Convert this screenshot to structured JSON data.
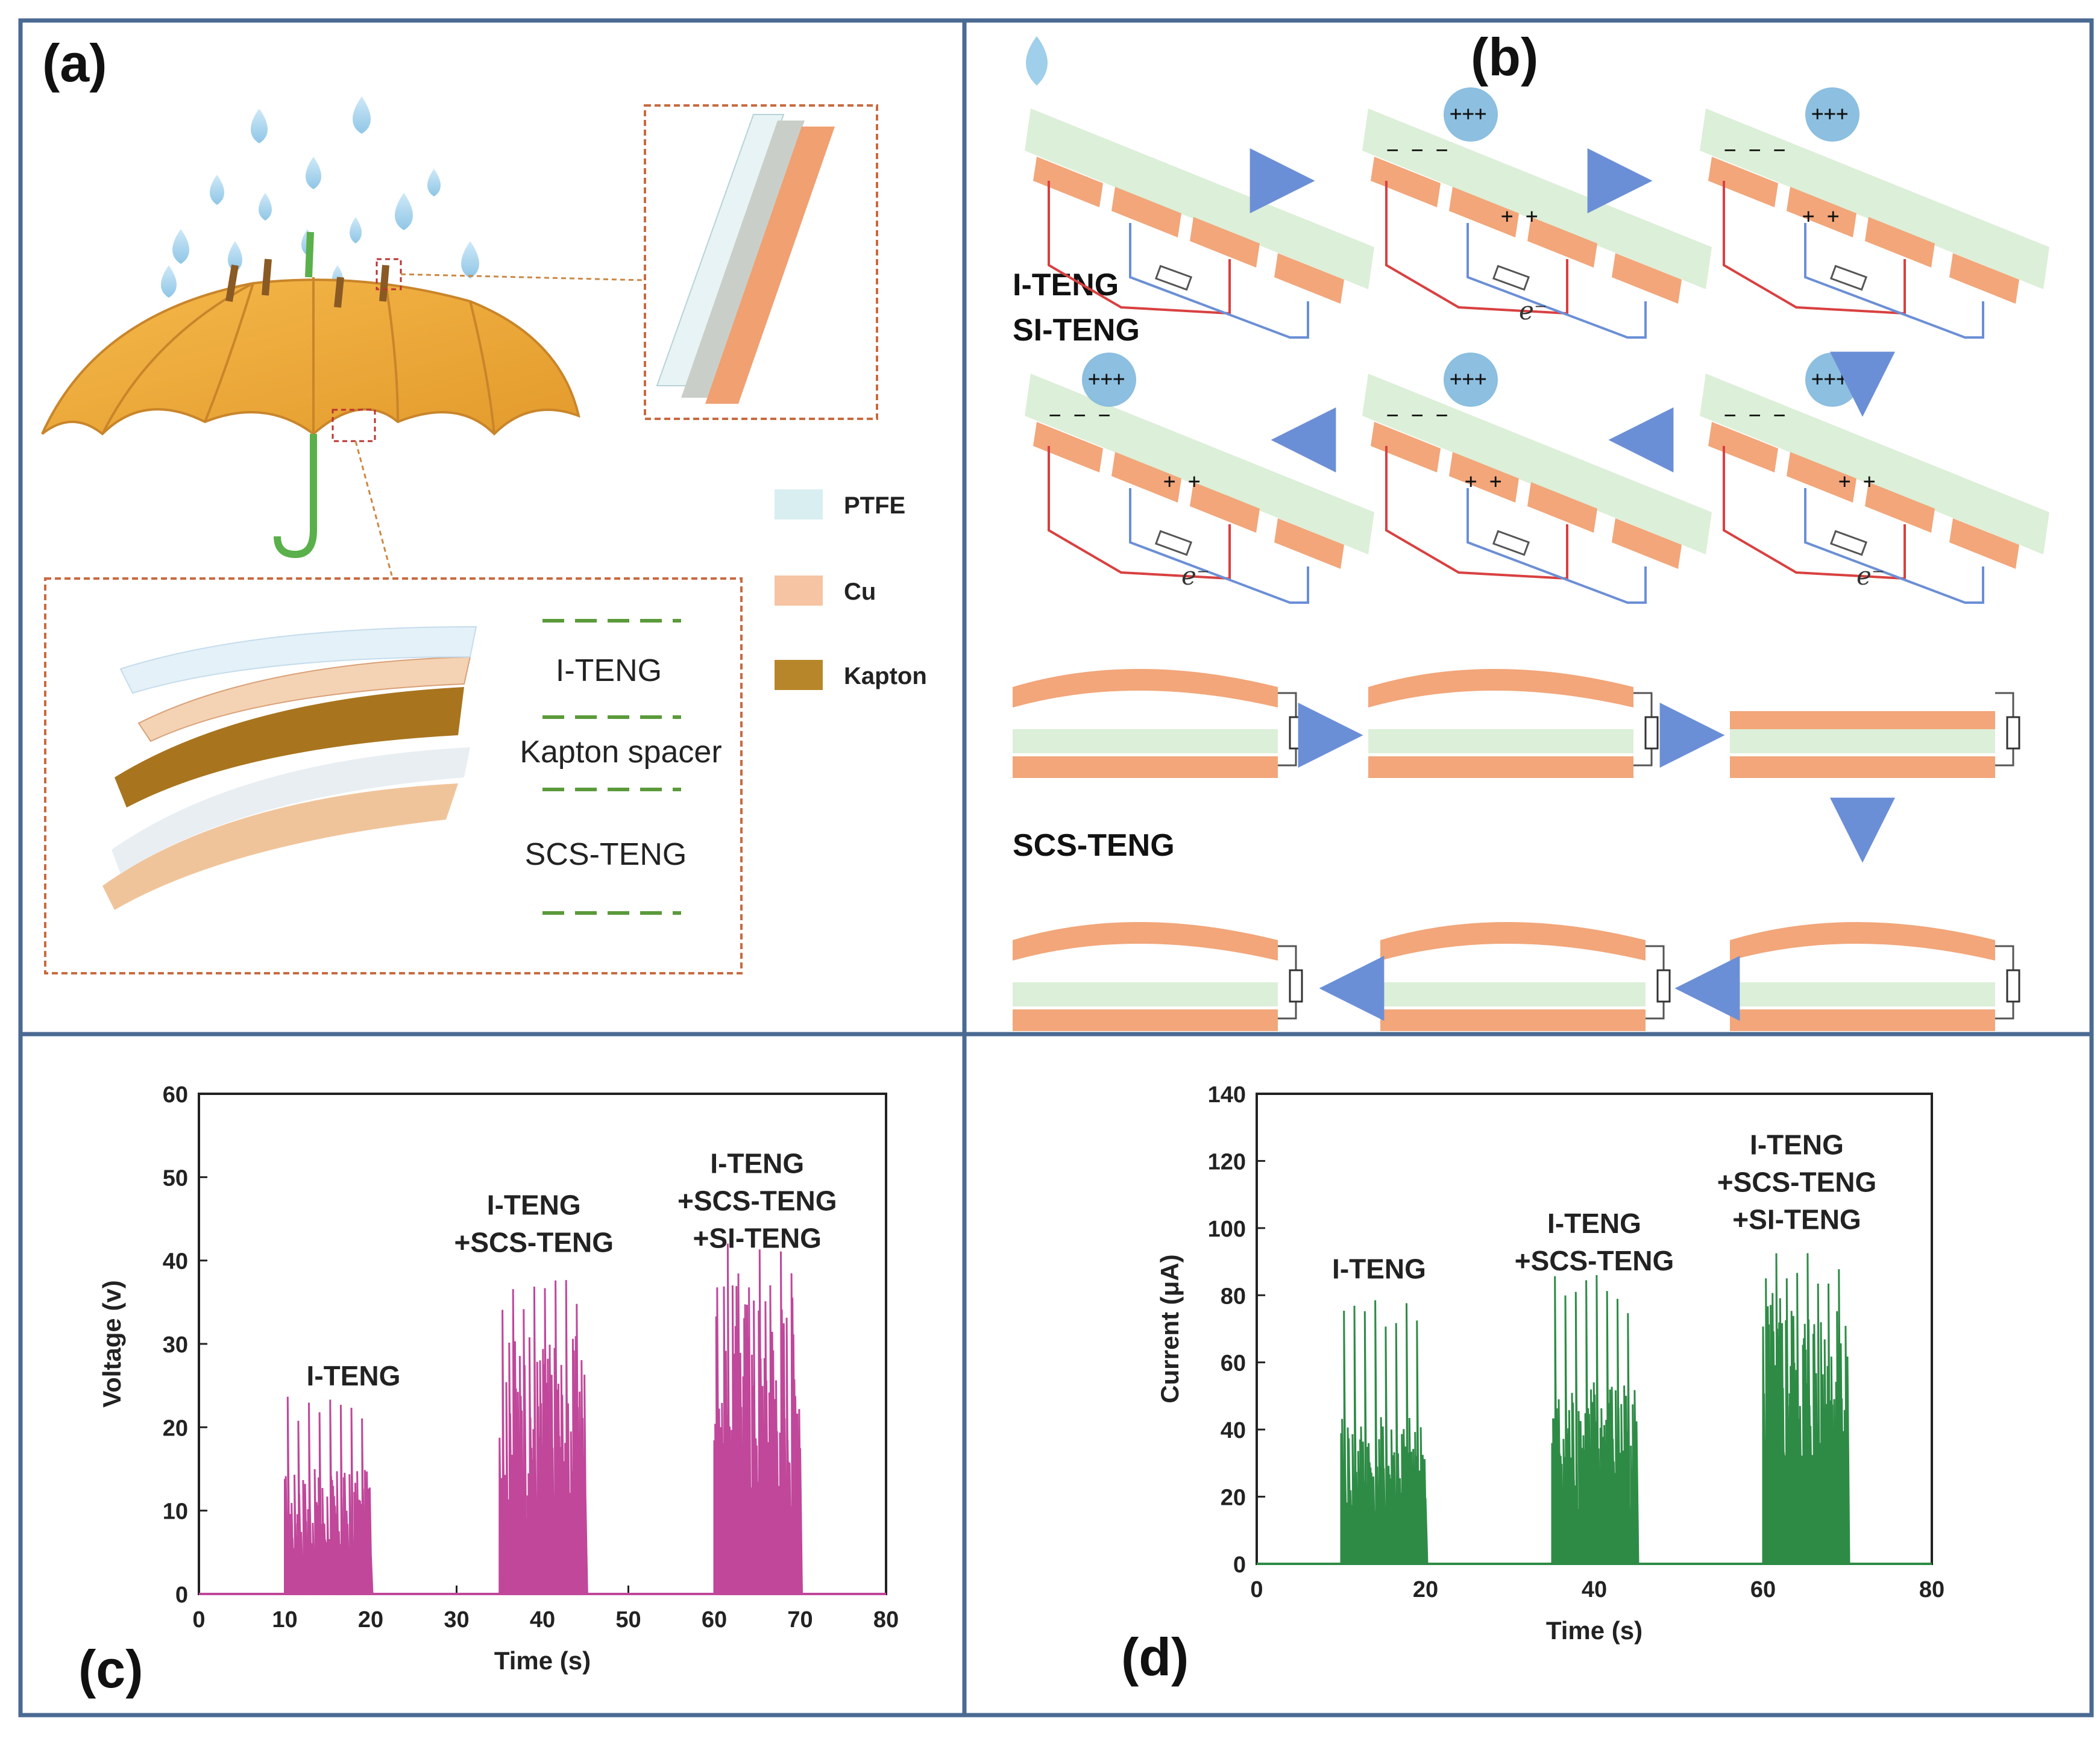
{
  "panels": {
    "a": "(a)",
    "b": "(b)",
    "c": "(c)",
    "d": "(d)"
  },
  "panel_a": {
    "legend": [
      {
        "label": "PTFE",
        "color": "#d9eef0"
      },
      {
        "label": "Cu",
        "color": "#f6c4a2"
      },
      {
        "label": "Kapton",
        "color": "#b8862a"
      }
    ],
    "layers": [
      "I-TENG",
      "Kapton spacer",
      "SCS-TENG"
    ]
  },
  "panel_b": {
    "label_iteng": "I-TENG",
    "label_siteng": "SI-TENG",
    "label_scsteng": "SCS-TENG",
    "electron": "e⁻",
    "colors": {
      "ptfe": "#dcefd8",
      "cu": "#f2a67a",
      "wire_red": "#d94040",
      "wire_blue": "#6b8fd6",
      "arrow": "#9fb6e6",
      "drop": "#9fcfea"
    }
  },
  "chart_data": [
    {
      "type": "line",
      "xlabel": "Time (s)",
      "ylabel": "Voltage (v)",
      "xlim": [
        0,
        80
      ],
      "ylim": [
        0,
        60
      ],
      "xticks": [
        0,
        10,
        20,
        30,
        40,
        50,
        60,
        70,
        80
      ],
      "yticks": [
        0,
        10,
        20,
        30,
        40,
        50,
        60
      ],
      "color": "#c0479a",
      "segments": [
        {
          "name": "I-TENG",
          "t_start": 10,
          "t_end": 20,
          "peak": 24,
          "typical": 12
        },
        {
          "name": "I-TENG +SCS-TENG",
          "t_start": 35,
          "t_end": 45,
          "peak": 40,
          "typical": 25
        },
        {
          "name": "I-TENG +SCS-TENG +SI-TENG",
          "t_start": 60,
          "t_end": 70,
          "peak": 43,
          "typical": 30
        }
      ],
      "annotations": [
        {
          "lines": [
            "I-TENG"
          ],
          "x": 18,
          "y": 25
        },
        {
          "lines": [
            "I-TENG",
            "+SCS-TENG"
          ],
          "x": 39,
          "y": 45.5
        },
        {
          "lines": [
            "I-TENG",
            "+SCS-TENG",
            "+SI-TENG"
          ],
          "x": 65,
          "y": 50.5
        }
      ]
    },
    {
      "type": "line",
      "xlabel": "Time (s)",
      "ylabel": "Current (μA)",
      "xlim": [
        0,
        80
      ],
      "ylim": [
        0,
        140
      ],
      "xticks": [
        0,
        20,
        40,
        60,
        80
      ],
      "yticks": [
        0,
        20,
        40,
        60,
        80,
        100,
        120,
        140
      ],
      "color": "#2e8b46",
      "segments": [
        {
          "name": "I-TENG",
          "t_start": 10,
          "t_end": 20,
          "peak": 80,
          "typical": 35
        },
        {
          "name": "I-TENG +SCS-TENG",
          "t_start": 35,
          "t_end": 45,
          "peak": 87,
          "typical": 45
        },
        {
          "name": "I-TENG +SCS-TENG +SI-TENG",
          "t_start": 60,
          "t_end": 70,
          "peak": 96,
          "typical": 65
        }
      ],
      "annotations": [
        {
          "lines": [
            "I-TENG"
          ],
          "x": 14.5,
          "y": 85
        },
        {
          "lines": [
            "I-TENG",
            "+SCS-TENG"
          ],
          "x": 40,
          "y": 98.5
        },
        {
          "lines": [
            "I-TENG",
            "+SCS-TENG",
            "+SI-TENG"
          ],
          "x": 64,
          "y": 122
        }
      ]
    }
  ]
}
